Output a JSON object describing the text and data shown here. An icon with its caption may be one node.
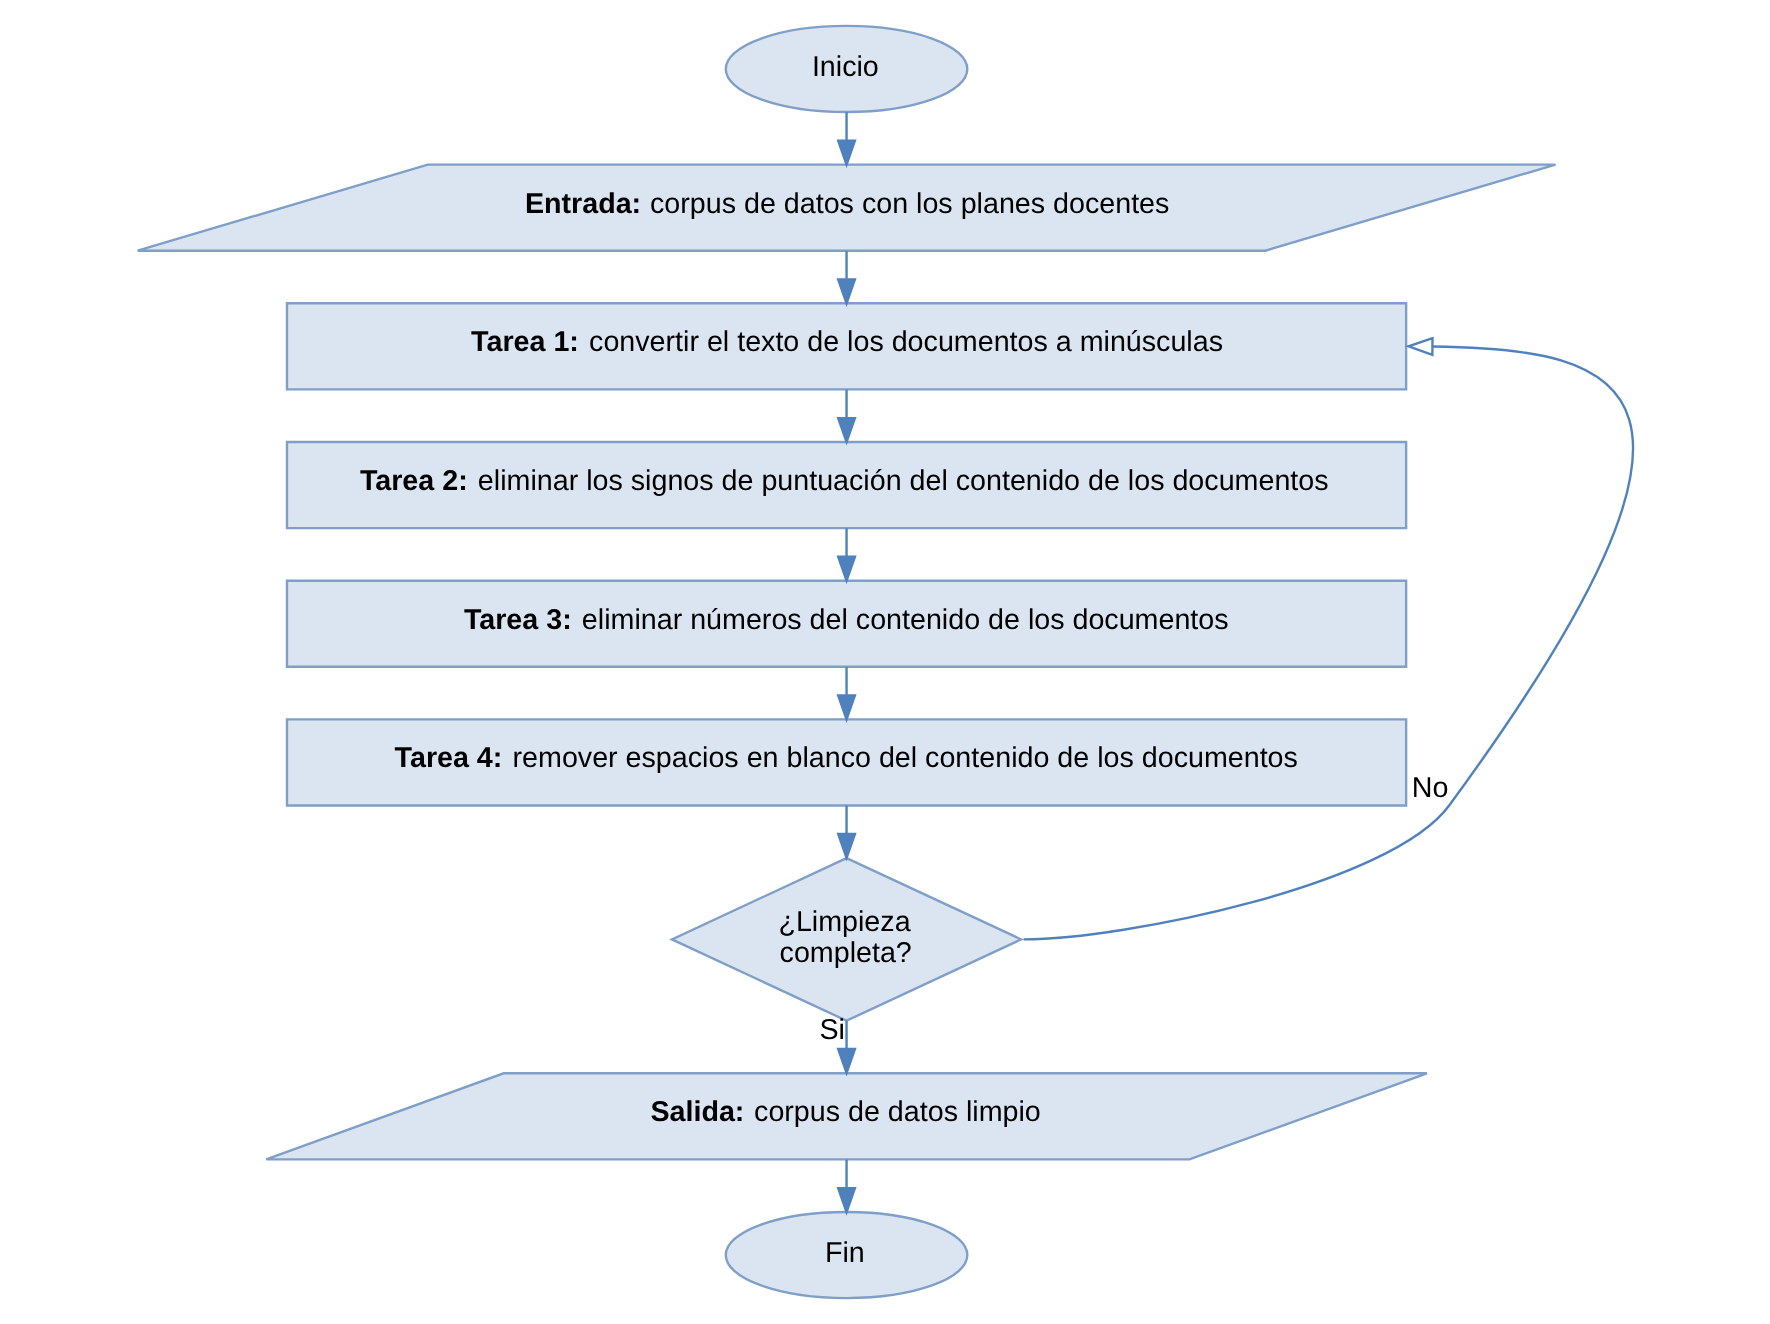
{
  "diagram": {
    "nodes": [
      {
        "text": [
          "Inicio"
        ]
      },
      {
        "text": [
          "**Entrada:** corpus de datos con los planes docentes"
        ]
      },
      {
        "text": [
          "**Tarea 1:** convertir el texto de los documentos a minúsculas"
        ]
      },
      {
        "text": [
          "**Tarea 2:** eliminar los signos de puntuación del contenido de los documentos"
        ]
      },
      {
        "text": [
          "**Tarea 3:** eliminar números del contenido de los documentos"
        ]
      },
      {
        "text": [
          "**Tarea 4:** remover espacios en blanco del contenido de los documentos"
        ]
      },
      {
        "text": [
          "¿Limpieza completa?"
        ]
      },
      {
        "text": [
          "**Salida:** corpus de datos limpio"
        ]
      },
      {
        "text": [
          "Fin"
        ]
      }
    ],
    "edges": [
      {
        "from": 0,
        "to": 1,
        "arrow": "to"
      },
      {
        "from": 1,
        "to": 2,
        "arrow": "to"
      },
      {
        "from": 2,
        "to": 3,
        "arrow": "to"
      },
      {
        "from": 3,
        "to": 4,
        "arrow": "to"
      },
      {
        "from": 4,
        "to": 5,
        "arrow": "to"
      },
      {
        "from": 5,
        "to": 6,
        "arrow": "to"
      },
      {
        "from": 6,
        "to": 7,
        "arrow": "to",
        "label": "Si"
      },
      {
        "from": 6,
        "to": 2,
        "arrow": "to",
        "label": "No"
      },
      {
        "from": 7,
        "to": 8,
        "arrow": "to"
      }
    ]
  }
}
